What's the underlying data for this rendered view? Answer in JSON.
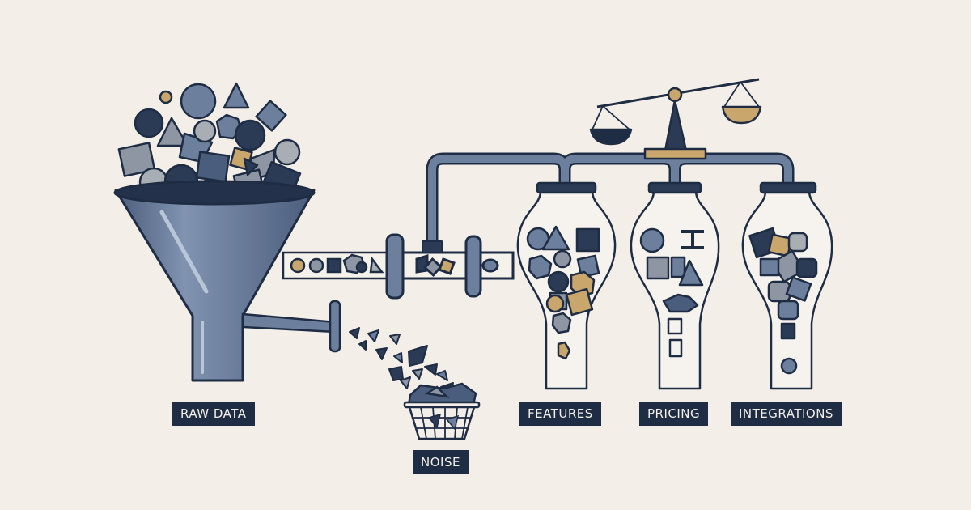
{
  "labels": {
    "raw_data": "RAW DATA",
    "noise": "NOISE",
    "features": "FEATURES",
    "pricing": "PRICING",
    "integrations": "INTEGRATIONS"
  },
  "colors": {
    "background": "#f3efe8",
    "navy": "#2b3a55",
    "slate": "#6c7f9c",
    "gray": "#8e96a3",
    "light_gray": "#a9aeb5",
    "gold": "#c9a66b",
    "outline": "#1f2d44",
    "label_bg": "#1f2d44"
  },
  "icons": [
    "funnel-icon",
    "pipe-icon",
    "valve-icon",
    "balance-scale-icon",
    "glass-jar-icon",
    "wire-basket-icon"
  ]
}
